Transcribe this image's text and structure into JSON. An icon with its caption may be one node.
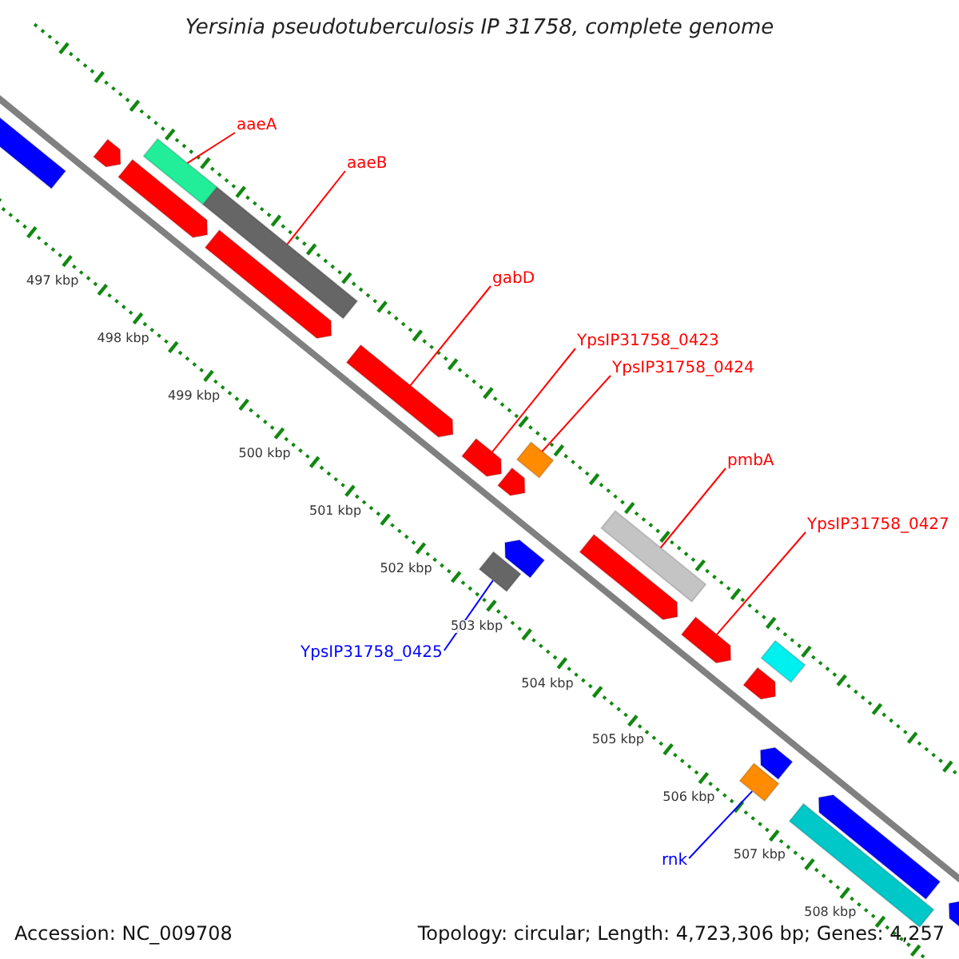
{
  "diagram": {
    "title": "Yersinia pseudotuberculosis IP 31758, complete genome",
    "nodes": [
      {
        "text": [
          "aaeA"
        ]
      },
      {
        "text": [
          "aaeB"
        ]
      },
      {
        "text": [
          "gabD"
        ]
      },
      {
        "text": [
          "YpsIP31758_0423"
        ]
      },
      {
        "text": [
          "YpsIP31758_0424"
        ]
      },
      {
        "text": [
          "pmbA"
        ]
      },
      {
        "text": [
          "YpsIP31758_0427"
        ]
      },
      {
        "text": [
          "YpsIP31758_0425"
        ]
      },
      {
        "text": [
          "rnk"
        ]
      },
      {
        "text": [],
        "shape": "bar"
      },
      {
        "text": [],
        "shape": "bar"
      },
      {
        "text": [],
        "shape": "arrow"
      },
      {
        "text": [],
        "shape": "arrow"
      },
      {
        "text": [],
        "shape": "bar"
      },
      {
        "text": [],
        "shape": "bar"
      },
      {
        "text": [],
        "shape": "arrow"
      },
      {
        "text": [],
        "shape": "bar"
      },
      {
        "text": [],
        "shape": "bar"
      },
      {
        "text": [],
        "shape": "arrow"
      },
      {
        "text": [],
        "shape": "arrow"
      },
      {
        "text": [],
        "shape": "arrow"
      },
      {
        "text": [],
        "shape": "arrow"
      },
      {
        "text": [],
        "shape": "arrow"
      },
      {
        "text": [],
        "shape": "arrow"
      },
      {
        "text": [],
        "shape": "arrow"
      },
      {
        "text": [],
        "shape": "arrow"
      },
      {
        "text": [],
        "shape": "bar"
      },
      {
        "text": [],
        "shape": "arrow"
      },
      {
        "text": [],
        "shape": "arrow"
      },
      {
        "text": [],
        "shape": "bar"
      },
      {
        "text": [],
        "shape": "arrow"
      }
    ],
    "edges": [
      {
        "from": 0,
        "to": 9,
        "arrow": "none"
      },
      {
        "from": 1,
        "to": 10,
        "arrow": "none"
      },
      {
        "from": 2,
        "to": 11,
        "arrow": "none"
      },
      {
        "from": 3,
        "to": 12,
        "arrow": "none"
      },
      {
        "from": 4,
        "to": 13,
        "arrow": "none"
      },
      {
        "from": 5,
        "to": 14,
        "arrow": "none"
      },
      {
        "from": 6,
        "to": 15,
        "arrow": "none"
      },
      {
        "from": 7,
        "to": 16,
        "arrow": "none",
        "color": "#0000ff"
      },
      {
        "from": 8,
        "to": 17,
        "arrow": "none",
        "color": "#0000ff"
      }
    ],
    "labels": [
      "497 kbp",
      "498 kbp",
      "499 kbp",
      "500 kbp",
      "501 kbp",
      "502 kbp",
      "503 kbp",
      "504 kbp",
      "505 kbp",
      "506 kbp",
      "507 kbp",
      "508 kbp",
      "Accession: NC_009708",
      "Topology: circular; Length: 4,723,306 bp; Genes: 4,257"
    ]
  }
}
